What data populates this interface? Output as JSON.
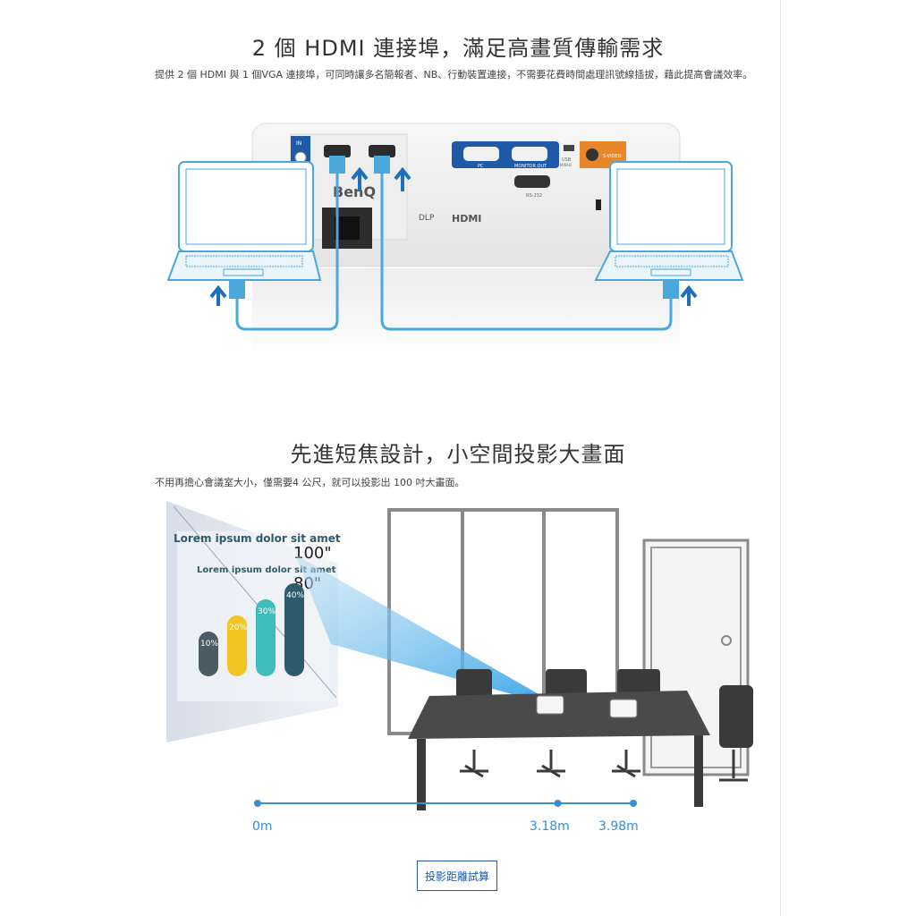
{
  "section1": {
    "title": "2 個 HDMI 連接埠，滿足高畫質傳輸需求",
    "description": "提供 2 個 HDMI 與 1 個VGA 連接埠，可同時讓多名簡報者、NB、行動裝置連接，不需要花費時間處理訊號線插拔，藉此提高會議效率。",
    "panel_labels": {
      "in": "IN",
      "brand": "BenQ",
      "pc": "PC",
      "monitor_out": "MONITOR OUT",
      "usb": "USB",
      "usb_mini": "MINI-B",
      "s_video": "S-VIDEO",
      "rs232": "RS-232",
      "dlp": "DLP",
      "hdmi_logo": "HDMI"
    }
  },
  "section2": {
    "title": "先進短焦設計，小空間投影大畫面",
    "description": "不用再擔心會議室大小，僅需要4 公尺，就可以投影出 100 吋大畫面。",
    "screen": {
      "heading": "Lorem ipsum dolor sit amet",
      "size_large": "100\"",
      "size_small": "80\"",
      "bars": [
        {
          "label": "10%",
          "value": 10,
          "color": "#4a5b63"
        },
        {
          "label": "20%",
          "value": 20,
          "color": "#f2c522"
        },
        {
          "label": "30%",
          "value": 30,
          "color": "#3fbcbc"
        },
        {
          "label": "40%",
          "value": 40,
          "color": "#2d5b6e"
        }
      ]
    },
    "distances": [
      {
        "label": "0m",
        "value": 0
      },
      {
        "label": "3.18m",
        "value": 3.18
      },
      {
        "label": "3.98m",
        "value": 3.98
      }
    ],
    "calc_button": "投影距離試算"
  },
  "colors": {
    "accent_blue": "#3a8fd0",
    "cable_blue": "#4aa8dc",
    "button_border": "#1f5aa8",
    "table_dark": "#3a3a3a"
  }
}
